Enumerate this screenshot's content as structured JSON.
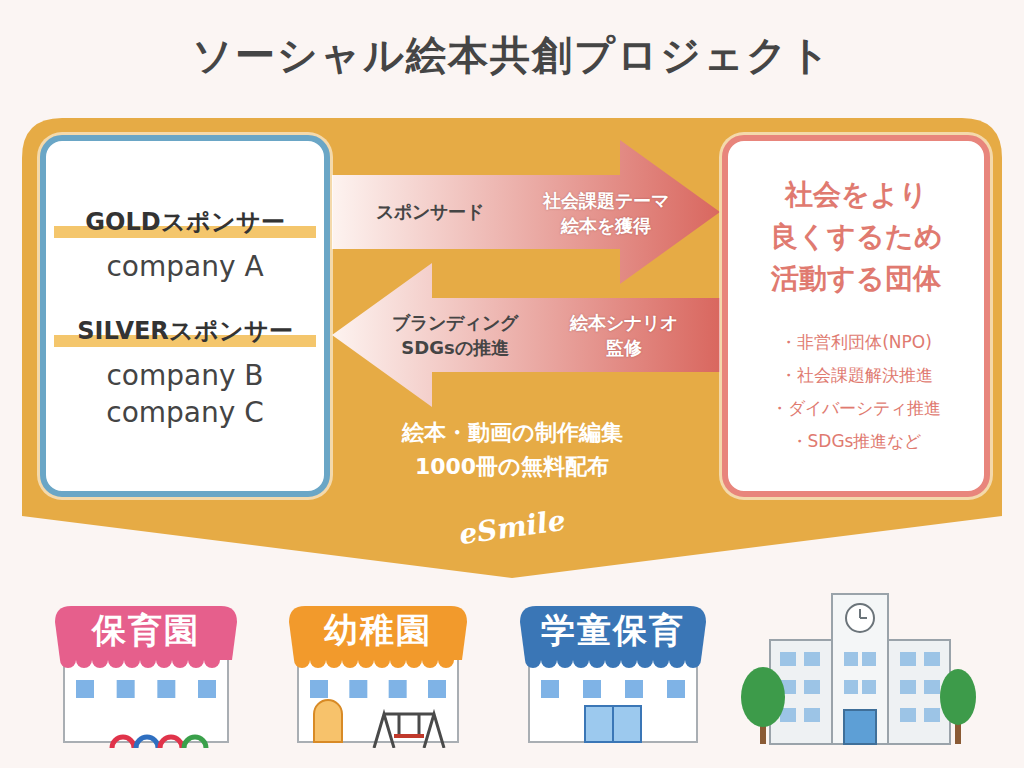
{
  "diagram": {
    "title": "ソーシャル絵本共創プロジェクト",
    "nodes": [
      {
        "text": [
          "絵本・動画の制作編集 1000冊の無料配布",
          "eSmile"
        ]
      },
      {
        "text": [
          "GOLDスポンサー",
          "company A",
          "SILVERスポンサー",
          "company B",
          "company C"
        ],
        "in": 0
      },
      {
        "text": [
          "社会をより 良くするため 活動する団体",
          "・非営利団体(NPO)",
          "・社会課題解決推進",
          "・ダイバーシティ推進",
          "・SDGs推進など"
        ],
        "in": 0
      },
      {
        "text": [
          "保育園"
        ]
      },
      {
        "text": [
          "幼稚園"
        ]
      },
      {
        "text": [
          "学童保育"
        ]
      }
    ],
    "edges": [
      {
        "from": 1,
        "to": 2,
        "label": "スポンサード",
        "arrow": "to"
      },
      {
        "from": 2,
        "to": 1,
        "label": "ブランディング SDGsの推進",
        "arrow": "to"
      }
    ],
    "labels": [
      "社会課題テーマ 絵本を獲得",
      "絵本シナリオ 監修"
    ]
  }
}
